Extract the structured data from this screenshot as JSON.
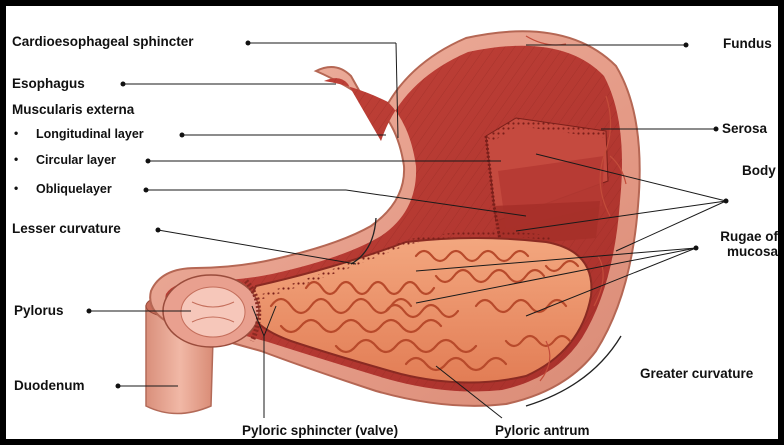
{
  "labels": {
    "cardioesophageal": "Cardioesophageal sphincter",
    "esophagus": "Esophagus",
    "muscularis": "Muscularis externa",
    "longitudinal": "Longitudinal layer",
    "circular": "Circular layer",
    "oblique": "Obliquelayer",
    "lesser": "Lesser curvature",
    "pylorus": "Pylorus",
    "duodenum": "Duodenum",
    "pyloric_sphincter": "Pyloric sphincter (valve)",
    "pyloric_antrum": "Pyloric antrum",
    "fundus": "Fundus",
    "serosa": "Serosa",
    "body": "Body",
    "rugae_line1": "Rugae of",
    "rugae_line2": "mucosa",
    "greater": "Greater curvature"
  },
  "bullet_char": "•",
  "colors": {
    "frame": "#000000",
    "muscle": "#b8332e",
    "muscle_light": "#d0574c",
    "serosa": "#e19a86",
    "mucosa": "#e88a5e",
    "rugae_stroke": "#b84a2b",
    "leader": "#1a1a1a"
  }
}
